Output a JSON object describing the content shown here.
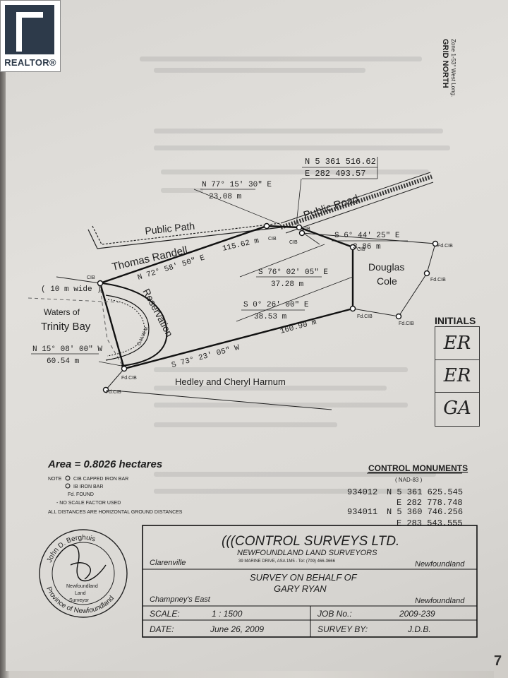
{
  "watermark": {
    "brand": "REALTOR",
    "trademark": "®"
  },
  "grid_north": {
    "label": "GRID NORTH",
    "zone": "Zone 1-53° West Long."
  },
  "coords_top": {
    "n": "N 5 361 516.62",
    "e": "E 282 493.57"
  },
  "bearings": {
    "b1_bearing": "N 77° 15' 30\" E",
    "b1_dist": "23.08 m",
    "b2_bearing": "S 6° 44' 25\" E",
    "b2_dist": "3.86 m",
    "b3_bearing": "N 72° 58' 50\" E",
    "b3_dist": "115.62 m",
    "b4_bearing": "S 76° 02' 05\" E",
    "b4_dist": "37.28 m",
    "b5_bearing": "S 0° 26' 00\" E",
    "b5_dist": "38.53 m",
    "b6_bearing": "S 73° 23' 05\" W",
    "b6_dist": "160.90 m",
    "b7_bearing": "N 15° 08' 00\" W",
    "b7_dist": "60.54 m"
  },
  "labels": {
    "public_path": "Public Path",
    "public_road": "Public Road",
    "thomas": "Thomas Randell",
    "douglas1": "Douglas",
    "douglas2": "Cole",
    "waters1": "Waters of",
    "waters2": "Trinity Bay",
    "ten_m": "( 10 m wide )",
    "reservation": "Reservation",
    "ohwm": "O.H.W.M.",
    "hedley": "Hedley and Cheryl Harnum",
    "cib": "CIB",
    "fdcib": "Fd.CIB"
  },
  "initials": {
    "title": "INITIALS",
    "i1": "ER",
    "i2": "ER",
    "i3": "GA"
  },
  "legend": {
    "area": "Area = 0.8026 hectares",
    "note": "NOTE",
    "cib_line": "CIB  CAPPED IRON BAR",
    "ib_line": "IB  IRON BAR",
    "fd_line": "Fd. FOUND",
    "scale_factor": "- NO SCALE FACTOR USED",
    "distances": "ALL DISTANCES ARE HORIZONTAL GROUND DISTANCES"
  },
  "monuments": {
    "title": "CONTROL MONUMENTS",
    "datum": "( NAD-83 )",
    "m1_id": "934012",
    "m1_n": "N 5 361 625.545",
    "m1_e": "E 282 778.748",
    "m2_id": "934011",
    "m2_n": "N 5 360 746.256",
    "m2_e": "E 283 543.555"
  },
  "seal": {
    "name": "John D. Berghuis",
    "line1": "Newfoundland",
    "line2": "Land",
    "line3": "Surveyor",
    "province": "Province of Newfoundland"
  },
  "title_block": {
    "company": "(((CONTROL SURVEYS LTD.",
    "subtitle": "NEWFOUNDLAND LAND SURVEYORS",
    "address": "39 MARINE DRIVE, ASA 1M5 - Tel: (709) 466-3666",
    "town_left": "Clarenville",
    "prov_right": "Newfoundland",
    "survey1": "SURVEY ON BEHALF OF",
    "survey2": "GARY RYAN",
    "loc_left": "Champney's East",
    "loc_right": "Newfoundland",
    "scale_label": "SCALE:",
    "scale_val": "1 : 1500",
    "job_label": "JOB No.:",
    "job_val": "2009-239",
    "date_label": "DATE:",
    "date_val": "June 26, 2009",
    "by_label": "SURVEY BY:",
    "by_val": "J.D.B."
  },
  "page_edge": "7"
}
